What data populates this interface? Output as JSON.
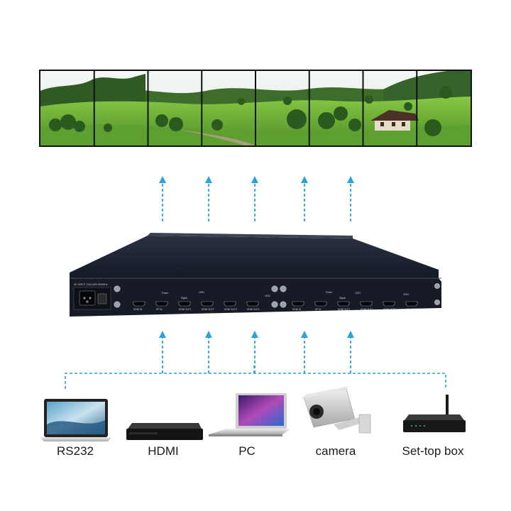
{
  "colors": {
    "arrow": "#29a3d9",
    "chassis": "#1c2230",
    "sky": "#eaf2ef",
    "grass": "#6fb83a"
  },
  "video_wall": {
    "panel_count": 8
  },
  "controller": {
    "ac_label": "AC INPUT 100-240V 50/60Hz",
    "module_a": {
      "ports": [
        "HDMI IN",
        "DP IN",
        "HDMI OUT1",
        "HDMI OUT2",
        "HDMI OUT3",
        "HDMI OUT4"
      ],
      "power_label": "Power",
      "signal_label": "Signal",
      "led_label": "LED1",
      "led2_label": "LED2"
    },
    "module_b": {
      "ports": [
        "HDMI IN",
        "DP IN",
        "HDMI OUT1",
        "HDMI OUT2",
        "HDMI OUT3",
        "HDMI OUT4"
      ],
      "power_label": "Power",
      "signal_label": "Signal",
      "led_label": "LED1",
      "led2_label": "LED2"
    }
  },
  "sources": [
    {
      "label": "RS232",
      "icon": "laptop-icon"
    },
    {
      "label": "HDMI",
      "icon": "media-player-icon"
    },
    {
      "label": "PC",
      "icon": "pc-laptop-icon"
    },
    {
      "label": "camera",
      "icon": "cctv-camera-icon"
    },
    {
      "label": "Set-top box",
      "icon": "router-box-icon"
    }
  ]
}
